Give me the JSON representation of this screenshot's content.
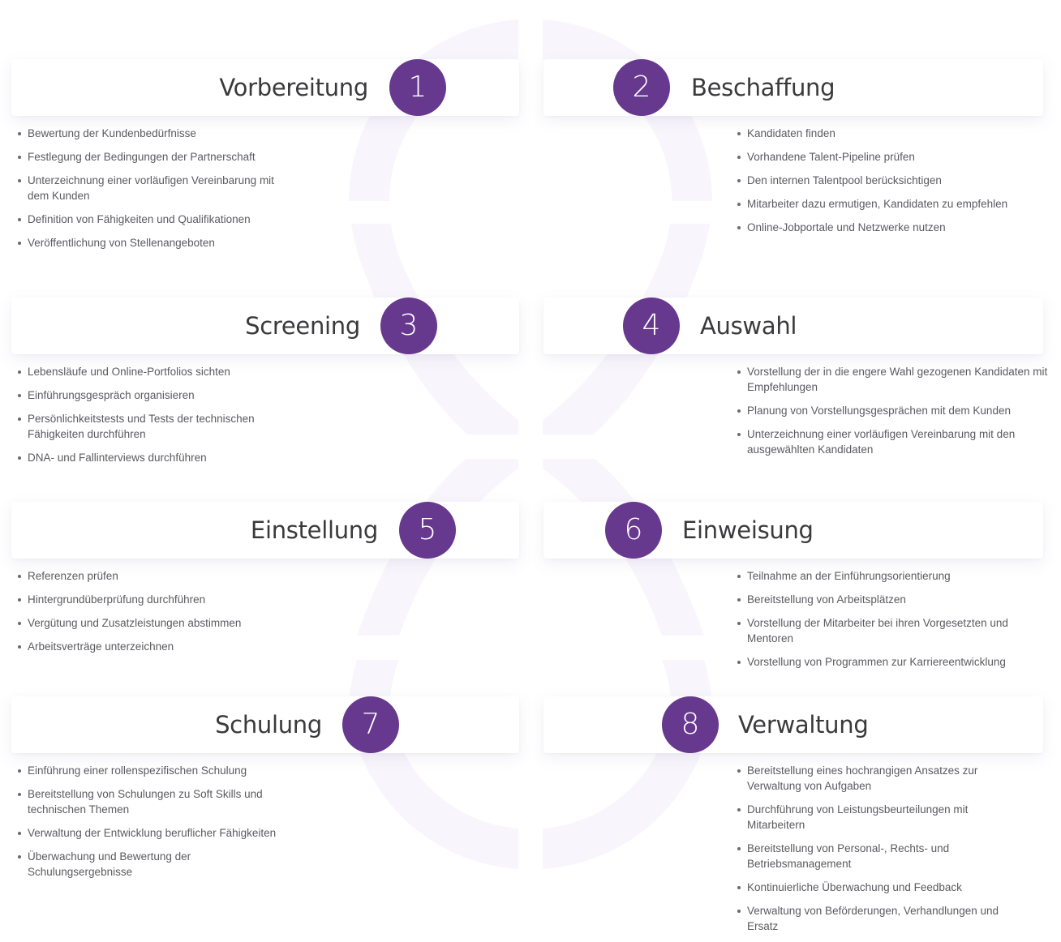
{
  "theme": {
    "accent": "#66388e",
    "ring": "#f8f6fc",
    "text": "#3a3a3c",
    "muted": "#5b5b60"
  },
  "steps": [
    {
      "number": "1",
      "title": "Vorbereitung",
      "items": [
        "Bewertung der Kundenbedürfnisse",
        "Festlegung der Bedingungen der Partnerschaft",
        "Unterzeichnung einer vorläufigen Vereinbarung mit dem Kunden",
        "Definition von Fähigkeiten und Qualifikationen",
        "Veröffentlichung von Stellenangeboten"
      ]
    },
    {
      "number": "2",
      "title": "Beschaffung",
      "items": [
        "Kandidaten finden",
        "Vorhandene Talent-Pipeline prüfen",
        "Den internen Talentpool berücksichtigen",
        "Mitarbeiter dazu ermutigen, Kandidaten zu empfehlen",
        "Online-Jobportale und Netzwerke nutzen"
      ]
    },
    {
      "number": "3",
      "title": "Screening",
      "items": [
        "Lebensläufe und Online-Portfolios sichten",
        "Einführungsgespräch organisieren",
        "Persönlichkeitstests und Tests der technischen Fähigkeiten durchführen",
        "DNA- und Fallinterviews durchführen"
      ]
    },
    {
      "number": "4",
      "title": "Auswahl",
      "items": [
        "Vorstellung der in die engere Wahl gezogenen Kandidaten mit Empfehlungen",
        "Planung von Vorstellungsgesprächen mit dem Kunden",
        "Unterzeichnung einer vorläufigen Vereinbarung mit den ausgewählten Kandidaten"
      ]
    },
    {
      "number": "5",
      "title": "Einstellung",
      "items": [
        "Referenzen prüfen",
        "Hintergrundüberprüfung durchführen",
        "Vergütung und Zusatzleistungen abstimmen",
        "Arbeitsverträge unterzeichnen"
      ]
    },
    {
      "number": "6",
      "title": "Einweisung",
      "items": [
        "Teilnahme an der Einführungsorientierung",
        "Bereitstellung von Arbeitsplätzen",
        "Vorstellung der Mitarbeiter bei ihren Vorgesetzten und Mentoren",
        "Vorstellung von Programmen zur Karriereentwicklung"
      ]
    },
    {
      "number": "7",
      "title": "Schulung",
      "items": [
        "Einführung einer rollenspezifischen Schulung",
        "Bereitstellung von Schulungen zu Soft Skills und technischen Themen",
        "Verwaltung der Entwicklung beruflicher Fähigkeiten",
        "Überwachung und Bewertung der Schulungsergebnisse"
      ]
    },
    {
      "number": "8",
      "title": "Verwaltung",
      "items": [
        "Bereitstellung eines hochrangigen Ansatzes zur Verwaltung von Aufgaben",
        "Durchführung von Leistungsbeurteilungen mit Mitarbeitern",
        "Bereitstellung von Personal-, Rechts- und Betriebsmanagement",
        "Kontinuierliche Überwachung und Feedback",
        "Verwaltung von Beförderungen, Verhandlungen und Ersatz"
      ]
    }
  ]
}
